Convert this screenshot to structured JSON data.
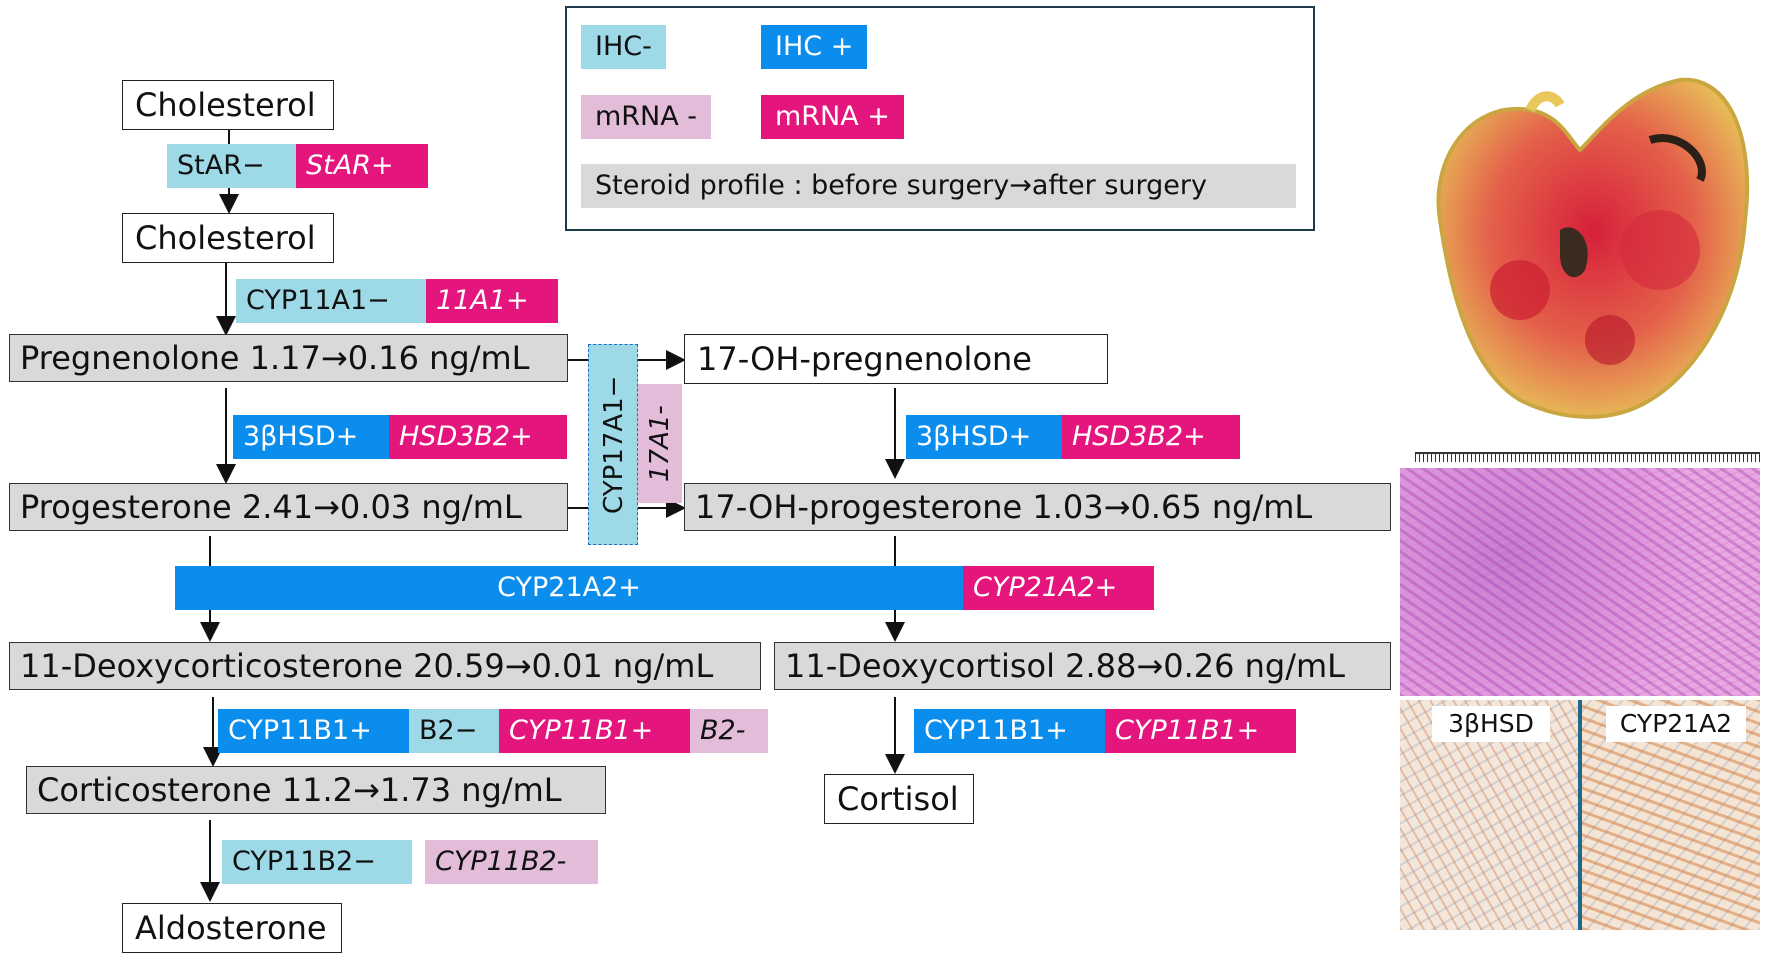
{
  "legend": {
    "ihc_neg": "IHC-",
    "ihc_pos": "IHC +",
    "mrna_neg": "mRNA -",
    "mrna_pos": "mRNA +",
    "steroid_profile": "Steroid profile : before surgery→after surgery"
  },
  "nodes": {
    "cholesterol_1": "Cholesterol",
    "cholesterol_2": "Cholesterol",
    "pregnenolone": "Pregnenolone 1.17→0.16 ng/mL",
    "oh_pregnenolone": "17-OH-pregnenolone",
    "progesterone": "Progesterone 2.41→0.03 ng/mL",
    "oh_progesterone": "17-OH-progesterone 1.03→0.65 ng/mL",
    "deoxycorticosterone": "11-Deoxycorticosterone 20.59→0.01 ng/mL",
    "deoxycortisol": "11-Deoxycortisol 2.88→0.26 ng/mL",
    "corticosterone": "Corticosterone 11.2→1.73 ng/mL",
    "cortisol": "Cortisol",
    "aldosterone": "Aldosterone"
  },
  "enzymes": {
    "star_ihc": "StAR−",
    "star_mrna": "StAR+",
    "cyp11a1_ihc": "CYP11A1−",
    "cyp11a1_mrna": "11A1+",
    "hsd_left_ihc": "3βHSD+",
    "hsd_left_mrna": "HSD3B2+",
    "hsd_right_ihc": "3βHSD+",
    "hsd_right_mrna": "HSD3B2+",
    "cyp17a1_ihc": "CYP17A1−",
    "cyp17a1_mrna": "17A1-",
    "cyp21a2_ihc": "CYP21A2+",
    "cyp21a2_mrna": "CYP21A2+",
    "cyp11b1_left_ihc": "CYP11B1+",
    "b2_left_ihc": "B2−",
    "cyp11b1_left_mrna": "CYP11B1+",
    "b2_left_mrna": "B2-",
    "cyp11b1_right_ihc": "CYP11B1+",
    "cyp11b1_right_mrna": "CYP11B1+",
    "cyp11b2_ihc": "CYP11B2−",
    "cyp11b2_mrna": "CYP11B2-"
  },
  "photos": {
    "stain_label_1": "3βHSD",
    "stain_label_2": "CYP21A2"
  },
  "colors": {
    "ihc_neg": "#9dd9e6",
    "ihc_pos": "#0a8ded",
    "mrna_neg": "#e2bcd9",
    "mrna_pos": "#e4157c"
  }
}
